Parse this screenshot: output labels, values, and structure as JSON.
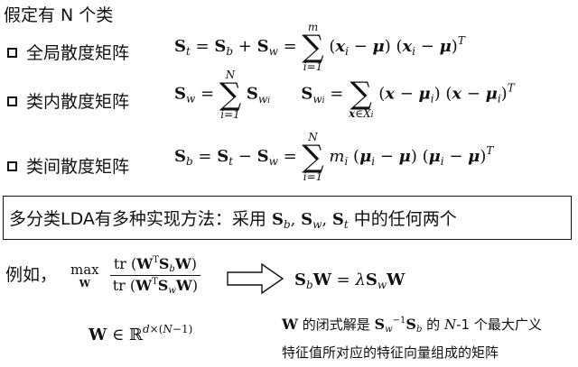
{
  "header": {
    "text": "假定有 N 个类"
  },
  "rows": [
    {
      "label": "全局散度矩阵"
    },
    {
      "label": "类内散度矩阵"
    },
    {
      "label": "类间散度矩阵"
    }
  ],
  "math": {
    "sum_upper_m": "m",
    "sum_upper_N": "N",
    "sum_lower_i1": "i=1",
    "sum_lower_x": "x∈Xi"
  },
  "box": {
    "prefix": "多分类LDA有多种实现方法：采用",
    "suffix": "中的任何两个"
  },
  "example": {
    "label": "例如，",
    "max_label": "max",
    "max_sub": "W",
    "tr": "tr"
  },
  "notes": {
    "line1_prefix": "的闭式解是",
    "line1_suffix": "的",
    "line1_n": "N",
    "line1_rest": "-1 个最大广义",
    "line2": "特征值所对应的特征向量组成的矩阵"
  }
}
